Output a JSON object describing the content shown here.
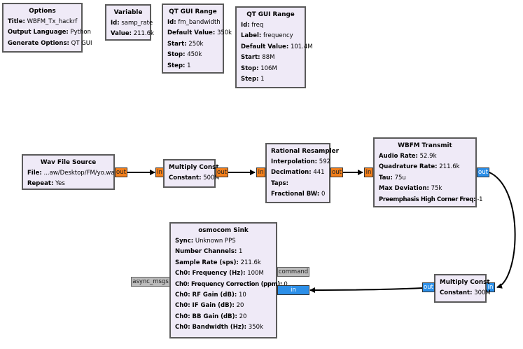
{
  "blocks": {
    "options": {
      "title": "Options",
      "params": [
        {
          "k": "Title:",
          "v": "WBFM_Tx_hackrf"
        },
        {
          "k": "Output Language:",
          "v": "Python"
        },
        {
          "k": "Generate Options:",
          "v": "QT GUI"
        }
      ]
    },
    "variable": {
      "title": "Variable",
      "params": [
        {
          "k": "Id:",
          "v": "samp_rate"
        },
        {
          "k": "Value:",
          "v": "211.6k"
        }
      ]
    },
    "qt_range_bw": {
      "title": "QT GUI Range",
      "params": [
        {
          "k": "Id:",
          "v": "fm_bandwidth"
        },
        {
          "k": "Default Value:",
          "v": "350k"
        },
        {
          "k": "Start:",
          "v": "250k"
        },
        {
          "k": "Stop:",
          "v": "450k"
        },
        {
          "k": "Step:",
          "v": "1"
        }
      ]
    },
    "qt_range_freq": {
      "title": "QT GUI Range",
      "params": [
        {
          "k": "Id:",
          "v": "freq"
        },
        {
          "k": "Label:",
          "v": "frequency"
        },
        {
          "k": "Default Value:",
          "v": "101.4M"
        },
        {
          "k": "Start:",
          "v": "88M"
        },
        {
          "k": "Stop:",
          "v": "106M"
        },
        {
          "k": "Step:",
          "v": "1"
        }
      ]
    },
    "wav": {
      "title": "Wav File Source",
      "params": [
        {
          "k": "File:",
          "v": "...aw/Desktop/FM/yo.wav"
        },
        {
          "k": "Repeat:",
          "v": "Yes"
        }
      ]
    },
    "mult1": {
      "title": "Multiply Const",
      "params": [
        {
          "k": "Constant:",
          "v": "500M"
        }
      ]
    },
    "resampler": {
      "title": "Rational Resampler",
      "params": [
        {
          "k": "Interpolation:",
          "v": "592"
        },
        {
          "k": "Decimation:",
          "v": "441"
        },
        {
          "k": "Taps:",
          "v": ""
        },
        {
          "k": "Fractional BW:",
          "v": "0"
        }
      ]
    },
    "wbfm": {
      "title": "WBFM Transmit",
      "params": [
        {
          "k": "Audio Rate:",
          "v": "52.9k"
        },
        {
          "k": "Quadrature Rate:",
          "v": "211.6k"
        },
        {
          "k": "Tau:",
          "v": "75u"
        },
        {
          "k": "Max Deviation:",
          "v": "75k"
        },
        {
          "k": "Preemphasis High Corner Freq:",
          "v": "-1"
        }
      ]
    },
    "osmo": {
      "title": "osmocom Sink",
      "params": [
        {
          "k": "Sync:",
          "v": "Unknown PPS"
        },
        {
          "k": "Number Channels:",
          "v": "1"
        },
        {
          "k": "Sample Rate (sps):",
          "v": "211.6k"
        },
        {
          "k": "Ch0: Frequency (Hz):",
          "v": "100M"
        },
        {
          "k": "Ch0: Frequency Correction (ppm):",
          "v": "0"
        },
        {
          "k": "Ch0: RF Gain (dB):",
          "v": "10"
        },
        {
          "k": "Ch0: IF Gain (dB):",
          "v": "20"
        },
        {
          "k": "Ch0: BB Gain (dB):",
          "v": "20"
        },
        {
          "k": "Ch0: Bandwidth (Hz):",
          "v": "350k"
        }
      ]
    },
    "mult2": {
      "title": "Multiply Const",
      "params": [
        {
          "k": "Constant:",
          "v": "300M"
        }
      ]
    }
  },
  "ports": {
    "wav_out": "out",
    "mult1_in": "in",
    "mult1_out": "out",
    "resampler_in": "in",
    "resampler_out": "out",
    "wbfm_in": "in",
    "wbfm_out": "out",
    "mult2_in": "in",
    "mult2_out": "out",
    "osmo_in": "in",
    "osmo_command": "command",
    "osmo_async": "async_msgs"
  },
  "colors": {
    "block_fill": "#efeaf7",
    "float_port": "#f27f1b",
    "complex_port": "#2c8fe8",
    "message_port": "#bbbbbb",
    "wire": "#000000"
  }
}
